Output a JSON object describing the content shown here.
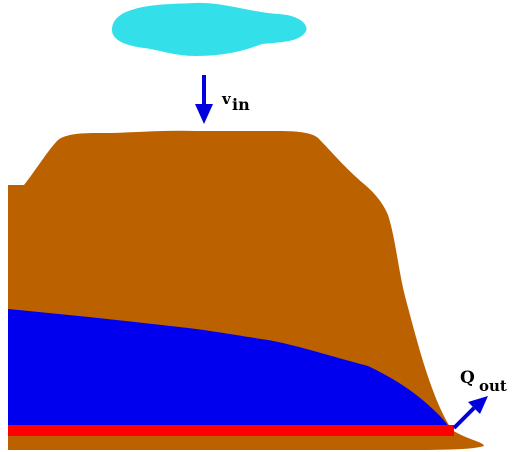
{
  "diagram": {
    "inflow_label": {
      "main": "v",
      "sub": "in"
    },
    "outflow_label": {
      "main": "Q",
      "sub": "out"
    }
  },
  "colors": {
    "sky_cloud": "#33e0ea",
    "soil": "#bb6100",
    "groundwater": "#0000ee",
    "drain": "#ff0000",
    "arrow": "#0000dd",
    "text": "#000000"
  }
}
